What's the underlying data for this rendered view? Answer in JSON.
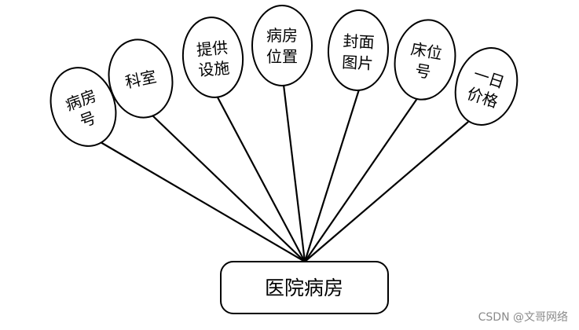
{
  "entity": {
    "label": "医院病房"
  },
  "attributes": [
    {
      "id": "room-number",
      "lines": [
        "病房",
        "号"
      ]
    },
    {
      "id": "department",
      "lines": [
        "科室"
      ]
    },
    {
      "id": "facilities",
      "lines": [
        "提供",
        "设施"
      ]
    },
    {
      "id": "room-location",
      "lines": [
        "病房",
        "位置"
      ]
    },
    {
      "id": "cover-image",
      "lines": [
        "封面",
        "图片"
      ]
    },
    {
      "id": "bed-number",
      "lines": [
        "床位",
        "号"
      ]
    },
    {
      "id": "daily-price",
      "lines": [
        "一日",
        "价格"
      ]
    }
  ],
  "watermark": "CSDN @文哥网络"
}
